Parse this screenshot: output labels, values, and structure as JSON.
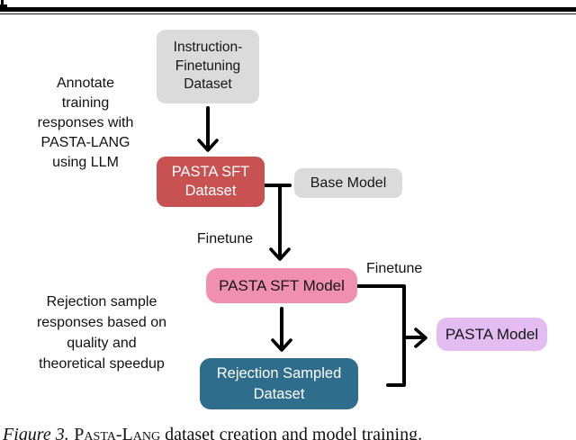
{
  "colors": {
    "gray_box": "#dbdbdb",
    "red_box": "#c85252",
    "pink_box": "#f18fb0",
    "teal_box": "#2e6e8c",
    "purple_box": "#e3bdf2",
    "arrow": "#000000"
  },
  "diagram": {
    "side_notes": {
      "annotate": [
        "Annotate",
        "training",
        "responses with",
        "PASTA-LANG",
        "using LLM"
      ],
      "rejection": [
        "Rejection sample",
        "responses based on",
        "quality and",
        "theoretical speedup"
      ]
    },
    "nodes": {
      "instruction_dataset": {
        "lines": [
          "Instruction-",
          "Finetuning",
          "Dataset"
        ]
      },
      "pasta_sft_dataset": {
        "lines": [
          "PASTA SFT",
          "Dataset"
        ]
      },
      "base_model": {
        "label": "Base Model"
      },
      "pasta_sft_model": {
        "label": "PASTA SFT Model"
      },
      "rejection_sampled_dataset": {
        "lines": [
          "Rejection Sampled",
          "Dataset"
        ]
      },
      "pasta_model": {
        "label": "PASTA Model"
      }
    },
    "edge_labels": {
      "finetune_left": "Finetune",
      "finetune_right": "Finetune"
    }
  },
  "caption": {
    "label": "Figure 3.",
    "smallcaps": "Pasta-Lang",
    "rest": " dataset creation and model training."
  }
}
